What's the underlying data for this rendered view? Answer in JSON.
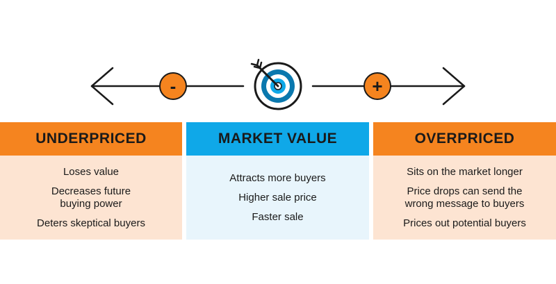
{
  "colors": {
    "orange": "#F5841F",
    "orange_light": "#FDE4D2",
    "blue": "#0FA8E8",
    "blue_light": "#E8F5FC",
    "blue_dark": "#0A78AE",
    "ink": "#1A1A1A"
  },
  "scale": {
    "minus_label": "-",
    "plus_label": "+",
    "left_arrow_icon": "arrow-left-icon",
    "right_arrow_icon": "arrow-right-icon",
    "center_icon": "target-icon"
  },
  "panels": {
    "underpriced": {
      "title": "UNDERPRICED",
      "items": [
        "Loses value",
        "Decreases future\nbuying power",
        "Deters skeptical buyers"
      ]
    },
    "market_value": {
      "title": "MARKET VALUE",
      "items": [
        "Attracts more buyers",
        "Higher sale price",
        "Faster sale"
      ]
    },
    "overpriced": {
      "title": "OVERPRICED",
      "items": [
        "Sits on the market longer",
        "Price drops can send the\nwrong message to buyers",
        "Prices out potential buyers"
      ]
    }
  }
}
